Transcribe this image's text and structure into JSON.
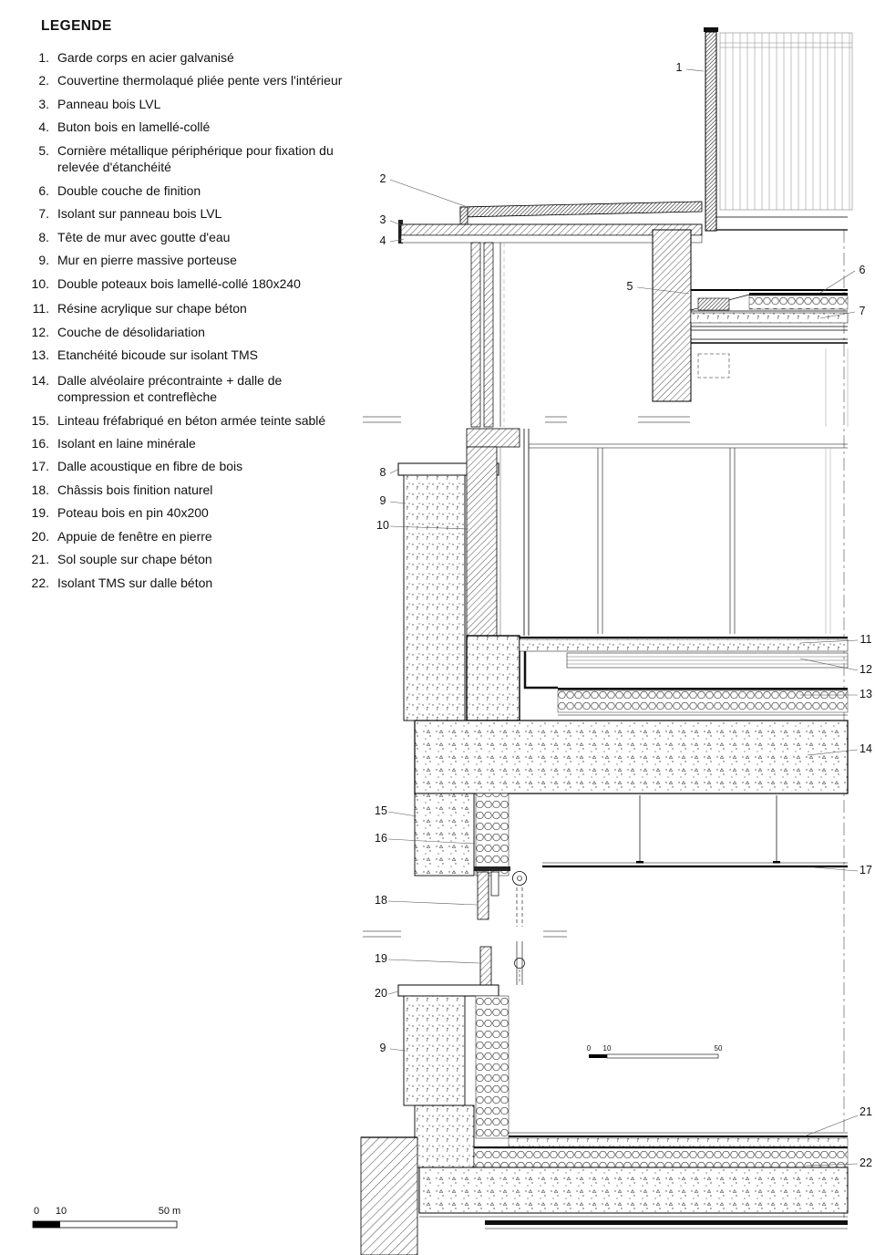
{
  "legend": {
    "title": "LEGENDE",
    "items": [
      {
        "num": "1.",
        "text": "Garde corps en acier galvanisé"
      },
      {
        "num": "2.",
        "text": "Couvertine thermolaqué pliée pente vers l'intérieur"
      },
      {
        "num": "3.",
        "text": "Panneau bois LVL"
      },
      {
        "num": "4.",
        "text": "Buton bois en lamellé-collé"
      },
      {
        "num": "5.",
        "text": "Cornière métallique périphérique pour fixation du relevée d'étanchéité"
      },
      {
        "num": "6.",
        "text": "Double couche de finition"
      },
      {
        "num": "7.",
        "text": "Isolant sur panneau bois LVL"
      },
      {
        "num": "8.",
        "text": "Tête de mur avec goutte d'eau"
      },
      {
        "num": "9.",
        "text": "Mur en pierre massive porteuse"
      },
      {
        "num": "10.",
        "text": "Double poteaux bois lamellé-collé 180x240"
      },
      {
        "num": "11.",
        "text": "Résine acrylique sur chape béton"
      },
      {
        "num": "12.",
        "text": "Couche de désolidariation"
      },
      {
        "num": "13.",
        "text": "Etanchéité bicoude sur isolant TMS"
      },
      {
        "num": "14.",
        "text": "Dalle alvéolaire précontrainte + dalle de compression et contreflèche"
      },
      {
        "num": "15.",
        "text": "Linteau fréfabriqué en béton armée  teinte sablé"
      },
      {
        "num": "16.",
        "text": "Isolant en laine minérale"
      },
      {
        "num": "17.",
        "text": "Dalle acoustique en fibre de bois"
      },
      {
        "num": "18.",
        "text": "Châssis bois finition naturel"
      },
      {
        "num": "19.",
        "text": "Poteau bois en pin 40x200"
      },
      {
        "num": "20.",
        "text": "Appuie de fenêtre en pierre"
      },
      {
        "num": "21.",
        "text": "Sol souple sur chape béton"
      },
      {
        "num": "22.",
        "text": "Isolant TMS sur dalle béton"
      }
    ]
  },
  "callouts": {
    "c1": "1",
    "c2": "2",
    "c3": "3",
    "c4": "4",
    "c5": "5",
    "c6": "6",
    "c7": "7",
    "c8": "8",
    "c9": "9",
    "c10": "10",
    "c11": "11",
    "c12": "12",
    "c13": "13",
    "c14": "14",
    "c15": "15",
    "c16": "16",
    "c17": "17",
    "c18": "18",
    "c19": "19",
    "c20": "20",
    "c9b": "9",
    "c21": "21",
    "c22": "22"
  },
  "drawing_scale": {
    "t0": "0",
    "t10": "10",
    "t50": "50"
  },
  "page_scale": {
    "t0": "0",
    "t10": "10",
    "t50": "50 m"
  }
}
